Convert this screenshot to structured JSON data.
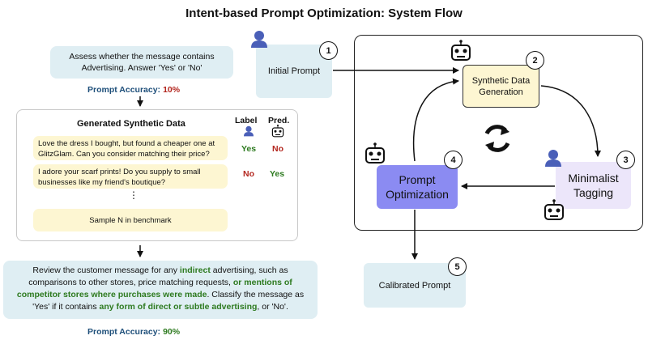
{
  "title": "Intent-based Prompt Optimization: System Flow",
  "left": {
    "initial_message": "Assess whether the message contains Advertising. Answer 'Yes' or 'No'",
    "accuracy_top": {
      "label": "Prompt Accuracy:",
      "value": "10%",
      "color": "#b3261e"
    },
    "panel": {
      "title": "Generated Synthetic Data",
      "col_label": "Label",
      "col_pred": "Pred.",
      "rows": [
        {
          "text": "Love the dress I bought, but found a cheaper one at GlitzGlam. Can you consider matching their price?",
          "label": "Yes",
          "pred": "No"
        },
        {
          "text": "I adore your scarf prints! Do you supply to small businesses like my friend's boutique?",
          "label": "No",
          "pred": "Yes"
        }
      ],
      "ellipsis": "⋮",
      "sample_n": "Sample N in benchmark"
    },
    "final_message": {
      "p1": "Review the customer message for any ",
      "h1": "indirect",
      "p2": " advertising, such as comparisons to other stores, price matching requests, ",
      "h2": "or mentions of competitor stores where purchases were made",
      "p3": ". Classify the message as 'Yes' if it contains ",
      "h3": "any form of direct or subtle advertising",
      "p4": ", or 'No'."
    },
    "accuracy_bottom": {
      "label": "Prompt Accuracy:",
      "value": "90%",
      "color": "#2d7a1f"
    }
  },
  "flow": {
    "initial_prompt": "Initial Prompt",
    "synthetic_generation": "Synthetic Data Generation",
    "minimalist_tagging": "Minimalist Tagging",
    "prompt_optimization": "Prompt Optimization",
    "calibrated_prompt": "Calibrated Prompt",
    "steps": [
      "1",
      "2",
      "3",
      "4",
      "5"
    ]
  },
  "colors": {
    "yes": "#2d7a1f",
    "no": "#b3261e",
    "accuracy_label": "#1e4f7a"
  },
  "icons": [
    "user-icon",
    "robot-icon",
    "cycle-icon"
  ]
}
